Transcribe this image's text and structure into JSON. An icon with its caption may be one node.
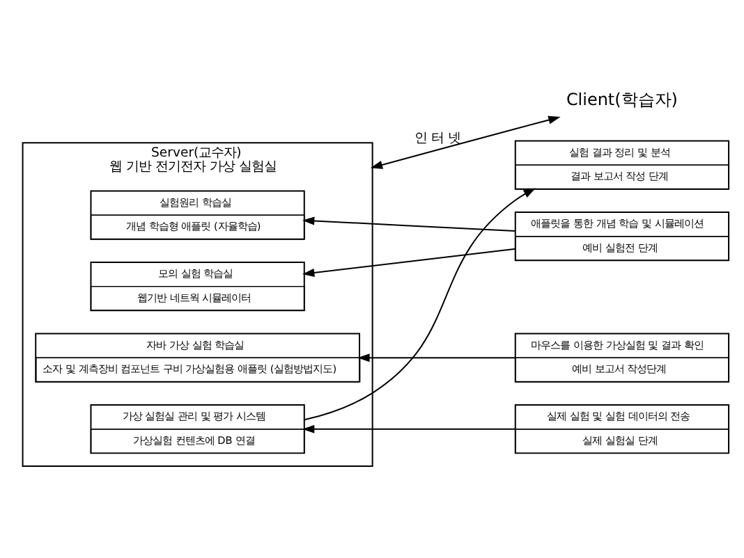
{
  "diagram": {
    "nodes": [
      {
        "text": [
          "Server(교수자)",
          "웹 기반 전기전자 가상 실험실"
        ]
      },
      {
        "text": [
          "실험원리 학습실",
          "개념 학습형 애플릿 (자율학습)"
        ],
        "in": 0
      },
      {
        "text": [
          "모의 실험 학습실",
          "웹기반 네트웍 시뮬레이터"
        ],
        "in": 0
      },
      {
        "text": [
          "자바 가상 실험 학습실",
          "소자 및 계측장비 컴포넌트 구비 가상실험용 애플릿 (실험방법지도)"
        ],
        "in": 0
      },
      {
        "text": [
          "가상 실험실 관리 및 평가 시스템",
          "가상실험 컨텐츠에 DB 연결"
        ],
        "in": 0
      },
      {
        "text": [
          "Client(학습자)"
        ]
      },
      {
        "text": [
          "애플릿을 통한 개념 학습 및 시뮬레이션",
          "예비 실험전 단계"
        ]
      },
      {
        "text": [
          "마우스를 이용한 가상실험 및 결과 확인",
          "예비 보고서 작성단계"
        ]
      },
      {
        "text": [
          "실제 실험 및 실험 데이터의 전송",
          "실제 실험실 단계"
        ]
      },
      {
        "text": [
          "실험 결과 정리 및 분석",
          "결과 보고서 작성 단계"
        ]
      }
    ],
    "edges": [
      {
        "from": 0,
        "to": 5,
        "arrow": "both",
        "label": "인 터 넷"
      },
      {
        "from": 6,
        "to": 1,
        "arrow": "to"
      },
      {
        "from": 6,
        "to": 2,
        "arrow": "to"
      },
      {
        "from": 7,
        "to": 3,
        "arrow": "to"
      },
      {
        "from": 8,
        "to": 4,
        "arrow": "to"
      },
      {
        "from": 4,
        "to": 9,
        "arrow": "to"
      }
    ]
  }
}
